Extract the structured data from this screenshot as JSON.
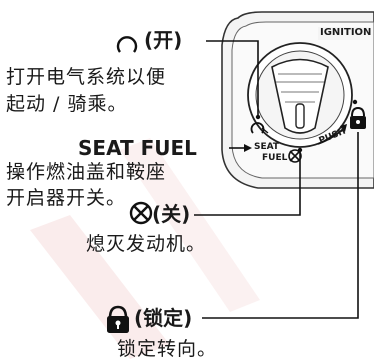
{
  "labels": {
    "on": {
      "icon": "on-circle-icon",
      "title": "(开)",
      "desc_line1": "打开电气系统以便",
      "desc_line2": "起动 / 骑乘。"
    },
    "seat_fuel": {
      "title": "SEAT FUEL",
      "desc_line1": "操作燃油盖和鞍座",
      "desc_line2": "开启器开关。"
    },
    "off": {
      "icon": "off-crossed-circle-icon",
      "title": "(关)",
      "desc": "熄灭发动机。"
    },
    "lock": {
      "icon": "padlock-icon",
      "title": "(锁定)",
      "desc": "锁定转向。"
    }
  },
  "switch": {
    "ignition_label": "IGNITION",
    "seat_label_line1": "SEAT",
    "seat_label_line2": "FUEL",
    "push_label": "PUSH"
  },
  "colors": {
    "text": "#1a1a1a",
    "panel_fill": "#f2f2f2",
    "watermark": "#f6dede"
  }
}
